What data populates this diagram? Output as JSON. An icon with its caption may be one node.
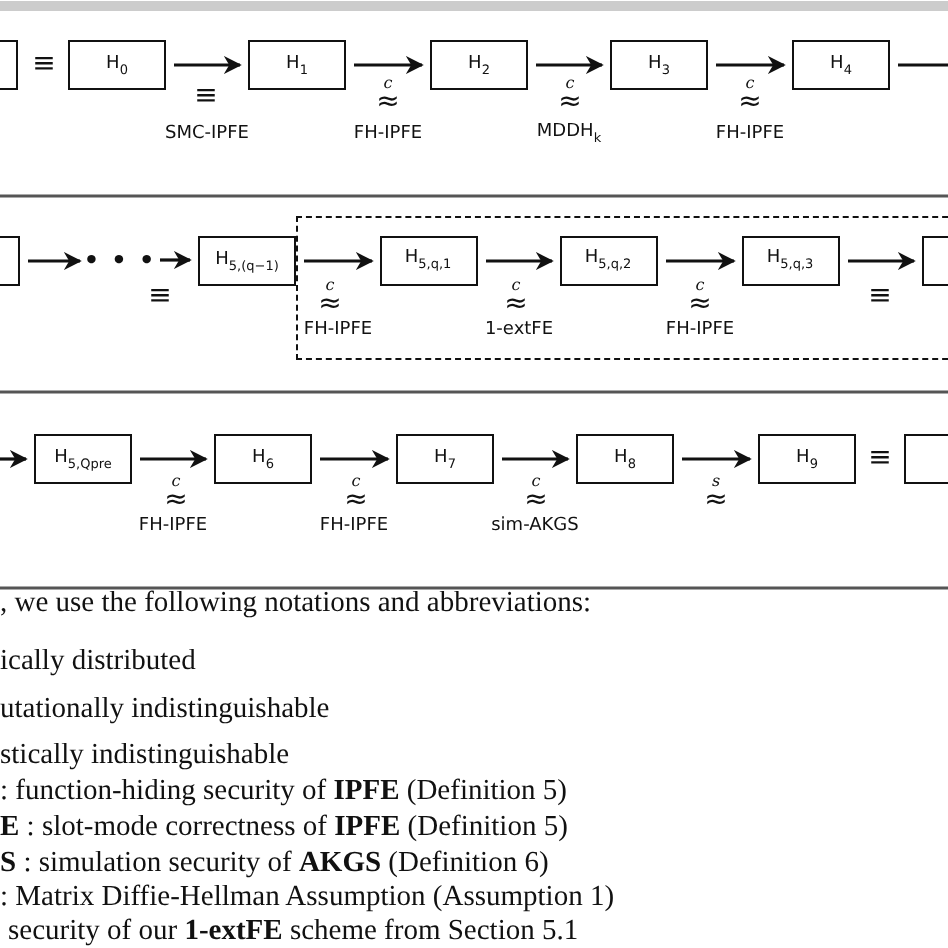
{
  "diagram": {
    "nodes": [
      {
        "text": [],
        "shape": "box"
      },
      {
        "text": [
          "H$_{0}$"
        ]
      },
      {
        "text": [
          "H$_{1}$"
        ]
      },
      {
        "text": [
          "H$_{2}$"
        ]
      },
      {
        "text": [
          "H$_{3}$"
        ]
      },
      {
        "text": [
          "H$_{4}$"
        ]
      },
      {
        "text": [],
        "shape": "box"
      },
      {
        "text": [
          "• • •"
        ]
      },
      {
        "text": [
          "H$_{5,(q−1)}$"
        ]
      },
      {
        "text": [],
        "shape": "box"
      },
      {
        "text": [
          "H$_{5,q,1}$"
        ],
        "in": 9
      },
      {
        "text": [
          "H$_{5,q,2}$"
        ],
        "in": 9
      },
      {
        "text": [
          "H$_{5,q,3}$"
        ],
        "in": 9
      },
      {
        "text": [],
        "shape": "box"
      },
      {
        "text": [
          "H$_{5,Qpre}$"
        ]
      },
      {
        "text": [
          "H$_{6}$"
        ]
      },
      {
        "text": [
          "H$_{7}$"
        ]
      },
      {
        "text": [
          "H$_{8}$"
        ]
      },
      {
        "text": [
          "H$_{9}$"
        ]
      },
      {
        "text": [],
        "shape": "box"
      }
    ],
    "edges": [
      {
        "from": 1,
        "to": 2,
        "arrow": "to",
        "label": "SMC-IPFE"
      },
      {
        "from": 2,
        "to": 3,
        "arrow": "to",
        "label": "FH-IPFE"
      },
      {
        "from": 3,
        "to": 4,
        "arrow": "to",
        "label": "MDDH$_{k}$"
      },
      {
        "from": 4,
        "to": 5,
        "arrow": "to",
        "label": "FH-IPFE"
      },
      {
        "from": 5,
        "to": null,
        "arrow": "none"
      },
      {
        "from": 6,
        "to": 7,
        "arrow": "to"
      },
      {
        "from": 7,
        "to": 8,
        "arrow": "to"
      },
      {
        "from": 8,
        "to": 10,
        "arrow": "to",
        "label": "FH-IPFE"
      },
      {
        "from": 10,
        "to": 11,
        "arrow": "to",
        "label": "1-extFE"
      },
      {
        "from": 11,
        "to": 12,
        "arrow": "to",
        "label": "FH-IPFE"
      },
      {
        "from": 12,
        "to": 13,
        "arrow": "to"
      },
      {
        "from": null,
        "to": 14,
        "arrow": "to"
      },
      {
        "from": 14,
        "to": 15,
        "arrow": "to",
        "label": "FH-IPFE"
      },
      {
        "from": 15,
        "to": 16,
        "arrow": "to",
        "label": "FH-IPFE"
      },
      {
        "from": 16,
        "to": 17,
        "arrow": "to",
        "label": "sim-AKGS"
      },
      {
        "from": 17,
        "to": 18,
        "arrow": "to"
      }
    ],
    "labels": [
      "≡",
      "≡",
      "≈$^{c}$",
      "≈$^{c}$",
      "≈$^{c}$",
      "≡",
      "≈$^{c}$",
      "≈$^{c}$",
      "≈$^{c}$",
      "≡",
      "≈$^{c}$",
      "≈$^{c}$",
      "≈$^{c}$",
      "≈$^{s}$",
      "≡",
      ", we use the following notations and abbreviations:",
      "ically distributed",
      "utationally indistinguishable",
      "stically indistinguishable",
      ": function-hiding security of **IPFE** (Definition 5)",
      "**E** : slot-mode correctness of **IPFE** (Definition 5)",
      "**S** : simulation security of **AKGS** (Definition 6)",
      ": Matrix Diffie-Hellman Assumption (Assumption 1)",
      "security of our **1-extFE** scheme from Section 5.1"
    ]
  }
}
